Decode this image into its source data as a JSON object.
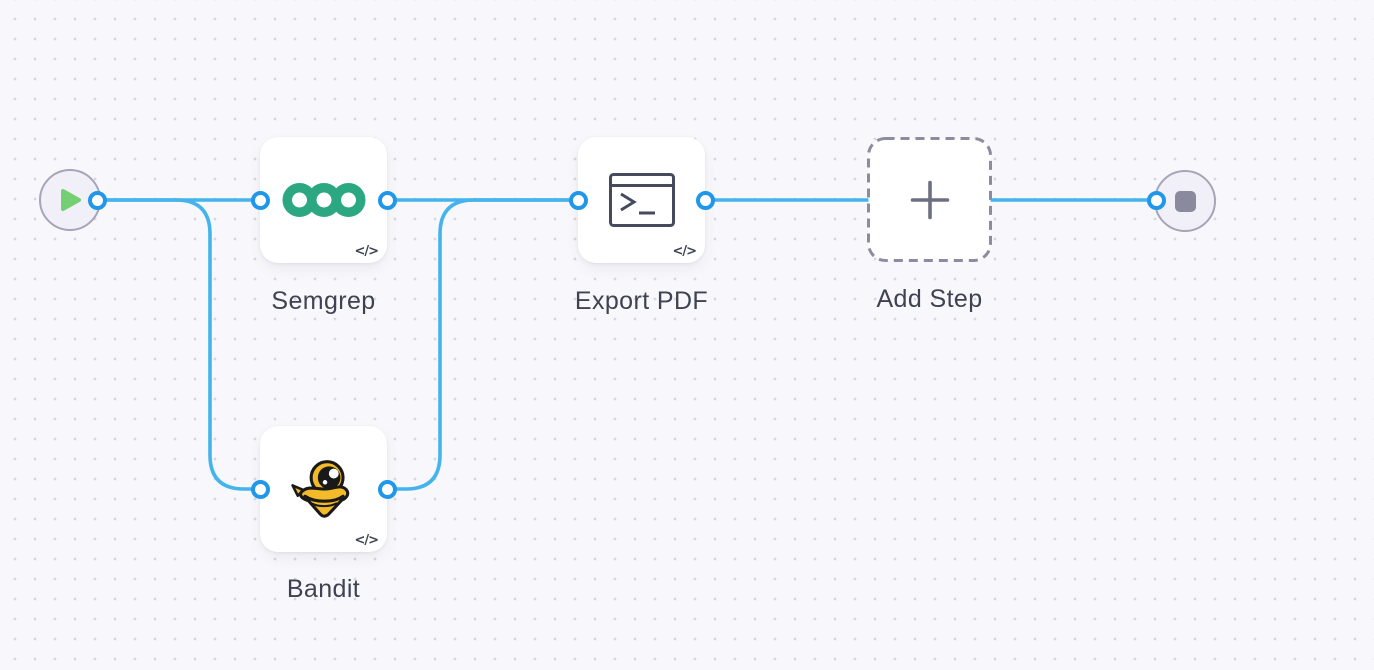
{
  "canvas": {
    "type": "workflow-editor-canvas",
    "background_color": "#f8f8fc",
    "grid_dot_color": "#d7d7e1",
    "edge_color": "#45b3ec",
    "port_ring_color": "#2097e9",
    "node_label_color": "#3e4252"
  },
  "nodes": {
    "start": {
      "name": "start-node",
      "icon": "play-icon",
      "play_color": "#74ce74"
    },
    "end": {
      "name": "end-node",
      "icon": "stop-icon",
      "stop_color": "#8a8a9e"
    },
    "semgrep": {
      "label": "Semgrep",
      "icon": "semgrep-logo",
      "badge": "</>",
      "brand_color": "#2ba882"
    },
    "bandit": {
      "label": "Bandit",
      "icon": "bandit-logo",
      "badge": "</>",
      "brand_color": "#f3bb2a"
    },
    "export_pdf": {
      "label": "Export PDF",
      "icon": "terminal-icon",
      "badge": "</>",
      "icon_color": "#454b5c"
    },
    "add_step": {
      "label": "Add Step",
      "icon": "plus-icon",
      "border_color": "#8c8c9e"
    }
  },
  "connections": [
    {
      "from": "start",
      "to": "semgrep"
    },
    {
      "from": "start",
      "to": "bandit"
    },
    {
      "from": "semgrep",
      "to": "export_pdf"
    },
    {
      "from": "bandit",
      "to": "export_pdf"
    },
    {
      "from": "export_pdf",
      "to": "end"
    }
  ]
}
